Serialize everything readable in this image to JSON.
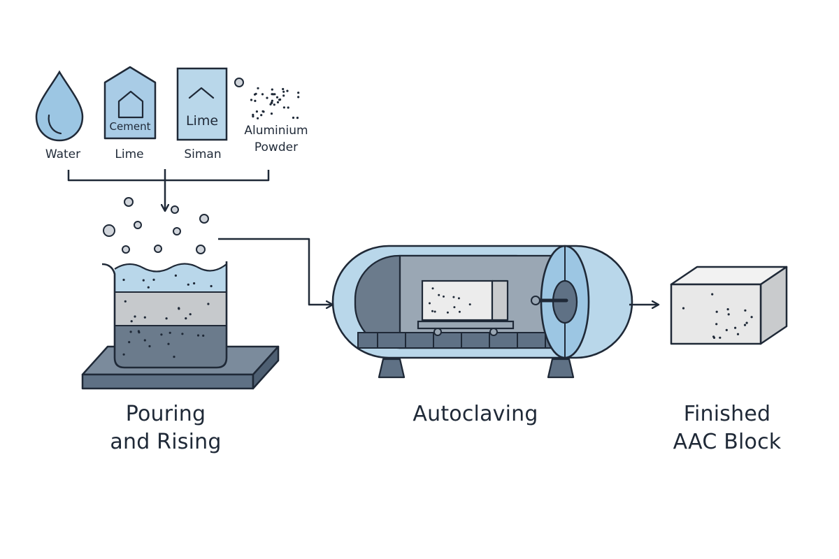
{
  "ingredients": {
    "water": "Water",
    "lime": "Lime",
    "siman": "Siman",
    "aluminium_line1": "Aluminium",
    "aluminium_line2": "Powder"
  },
  "box_labels": {
    "cement": "Cement",
    "lime": "Lime"
  },
  "stages": {
    "pouring_line1": "Pouring",
    "pouring_line2": "and Rising",
    "autoclaving": "Autoclaving",
    "finished_line1": "Finished",
    "finished_line2": "AAC Block"
  },
  "colors": {
    "outline": "#1f2937",
    "light_blue": "#b9d7ea",
    "water_blue": "#9cc6e3",
    "grey_light": "#c6c9cc",
    "grey_mid": "#a3a9af",
    "grey_dark": "#6b7b8c",
    "slate": "#5f7185",
    "block_face": "#e8e8e8",
    "block_side": "#c9cbcd"
  }
}
